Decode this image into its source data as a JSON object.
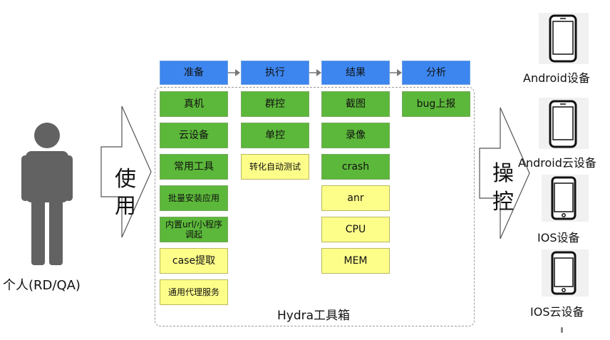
{
  "stages": [
    {
      "label": "准备"
    },
    {
      "label": "执行"
    },
    {
      "label": "结果"
    },
    {
      "label": "分析"
    }
  ],
  "prepare_items": [
    "真机",
    "云设备",
    "常用工具",
    "批量安装应用",
    "内置url/小程序调起",
    "case提取",
    "通用代理服务"
  ],
  "execute_items": [
    "群控",
    "单控",
    "转化自动测试"
  ],
  "result_items": [
    "截图",
    "录像",
    "crash",
    "anr",
    "CPU",
    "MEM"
  ],
  "analyze_items": [
    "bug上报"
  ],
  "toolbox_label": "Hydra工具箱",
  "person_label": "个人(RD/QA)",
  "use_chars": [
    "使",
    "用"
  ],
  "operate_chars": [
    "操",
    "控"
  ],
  "devices": [
    {
      "label": "Android设备"
    },
    {
      "label": "Android云设备"
    },
    {
      "label": "IOS设备"
    },
    {
      "label": "IOS云设备"
    }
  ],
  "colors": {
    "stage_blue": "#3d86f0",
    "tool_green": "#5cb83a",
    "metric_yellow": "#fdfd8a",
    "person_gray": "#626262"
  },
  "icons": [
    "person-icon",
    "arrow-right-icon",
    "android-phone-icon",
    "iphone-icon"
  ]
}
